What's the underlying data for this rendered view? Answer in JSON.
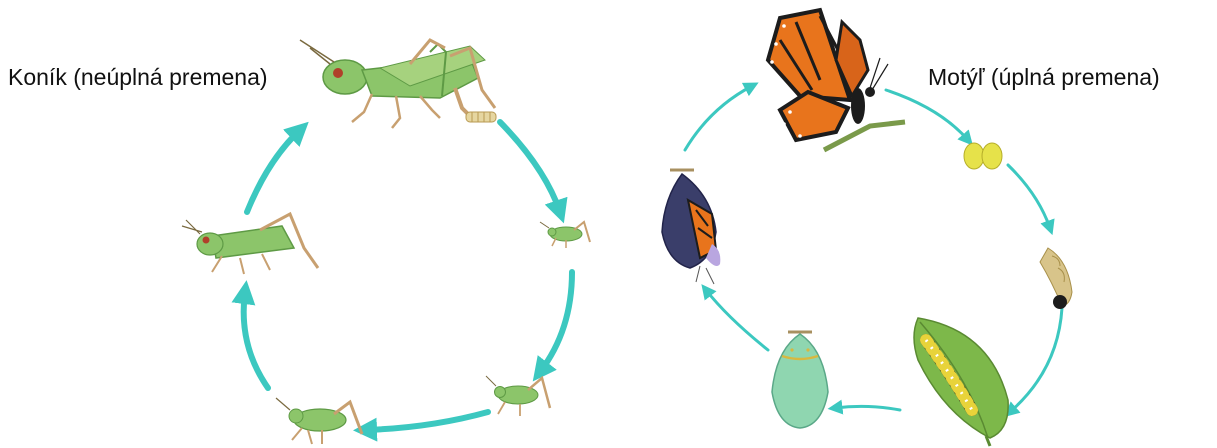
{
  "grasshopper_cycle": {
    "title": "Koník (neúplná premena)",
    "stages": [
      {
        "name": "adult-grasshopper-with-eggs"
      },
      {
        "name": "nymph-1"
      },
      {
        "name": "nymph-2"
      },
      {
        "name": "nymph-3"
      },
      {
        "name": "nymph-4"
      }
    ]
  },
  "butterfly_cycle": {
    "title": "Motýľ (úplná premena)",
    "stages": [
      {
        "name": "adult-butterfly"
      },
      {
        "name": "eggs"
      },
      {
        "name": "larva"
      },
      {
        "name": "caterpillar-on-leaf"
      },
      {
        "name": "chrysalis"
      },
      {
        "name": "emerging-butterfly"
      }
    ]
  },
  "colors": {
    "arrow": "#3cc8c0",
    "grasshopper_green": "#8cc56a",
    "grasshopper_dark": "#5e9a45",
    "grasshopper_leg": "#c8a070",
    "butterfly_orange": "#e8741c",
    "butterfly_black": "#1c1c1c",
    "egg_yellow": "#e6e24a",
    "larva": "#d8c48a",
    "caterpillar_yellow": "#e8d33a",
    "leaf_green": "#7db84a",
    "chrysalis_green": "#8fd6b0",
    "chrysalis_gold": "#d8b840",
    "dark_chrysalis": "#3a3e6a"
  }
}
